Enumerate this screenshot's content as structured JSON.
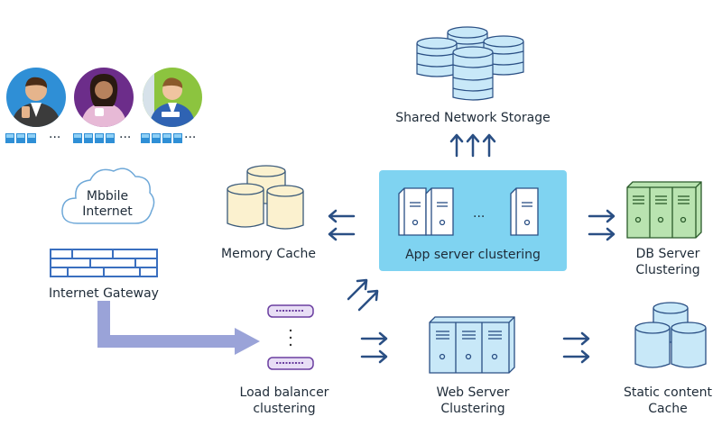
{
  "labels": {
    "shared_storage": "Shared Network Storage",
    "memory_cache": "Memory Cache",
    "app_server": "App server clustering",
    "db_server_line1": "DB Server",
    "db_server_line2": "Clustering",
    "internet_cloud_line1": "Mbbile",
    "internet_cloud_line2": "Internet",
    "internet_gateway": "Internet Gateway",
    "load_balancer_line1": "Load balancer",
    "load_balancer_line2": "clustering",
    "web_server_line1": "Web Server",
    "web_server_line2": "Clustering",
    "static_cache_line1": "Static content",
    "static_cache_line2": "Cache",
    "ellipsis": "···"
  },
  "colors": {
    "arrow": "#2a4f84",
    "app_panel": "#7fd3f1",
    "db_green": "#b9e3b0",
    "cache_cream": "#fbf1cf",
    "storage_blue": "#c8e8f8",
    "gateway_blue": "#3a6fbf",
    "pipe_purple": "#9aa3d8"
  }
}
